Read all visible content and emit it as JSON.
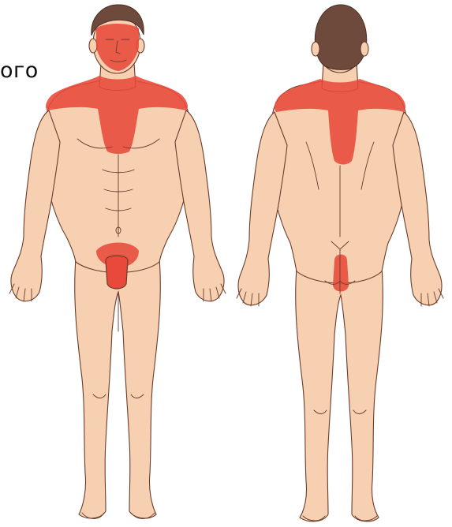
{
  "caption_text": "ого",
  "colors": {
    "skin": "#f6d0b1",
    "skin_shadow": "#e9b494",
    "outline": "#6b3b2a",
    "hair": "#6e4a3c",
    "hair_dark": "#4a2e24",
    "highlight": "#e8493a",
    "background": "#ffffff"
  },
  "figures": [
    {
      "view": "front",
      "highlighted_areas": [
        "face",
        "neck",
        "shoulders",
        "upper-chest",
        "genitals"
      ]
    },
    {
      "view": "back",
      "highlighted_areas": [
        "upper-back",
        "shoulders",
        "sacral-perianal"
      ]
    }
  ]
}
